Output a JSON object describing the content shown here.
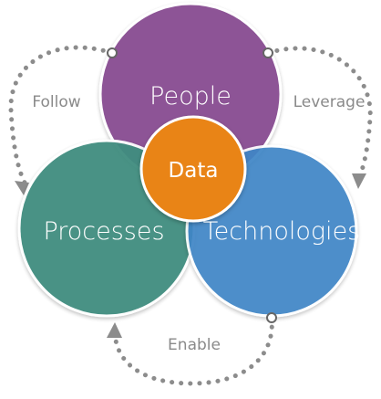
{
  "diagram": {
    "circles": {
      "people": {
        "label": "People",
        "color": "#8a4f93"
      },
      "processes": {
        "label": "Processes",
        "color": "#3f8d7f"
      },
      "technologies": {
        "label": "Technologies",
        "color": "#3f86c6"
      },
      "data": {
        "label": "Data",
        "color": "#e98414"
      }
    },
    "arrows": {
      "follow": {
        "label": "Follow"
      },
      "leverage": {
        "label": "Leverage"
      },
      "enable": {
        "label": "Enable"
      }
    },
    "arrow_color": "#8c8c8c"
  }
}
